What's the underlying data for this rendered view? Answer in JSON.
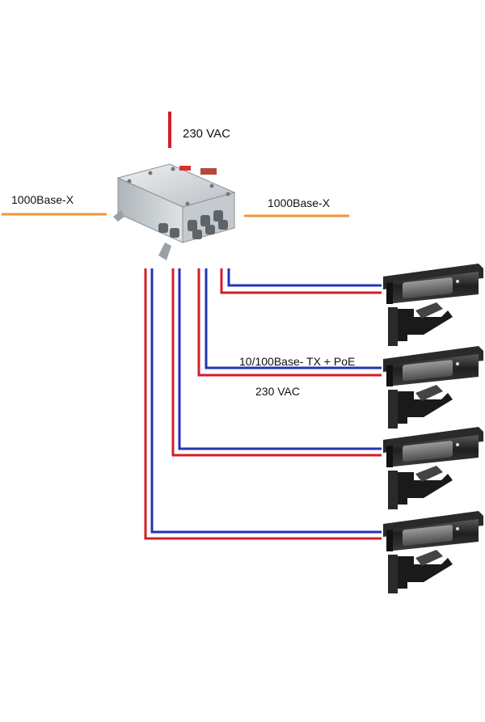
{
  "labels": {
    "power_top": "230 VAC",
    "fiber_left": "1000Base-X",
    "fiber_right": "1000Base-X",
    "ethernet_poe": "10/100Base- TX + PoE",
    "power_cameras": "230 VAC"
  },
  "colors": {
    "fiber": "#f0943a",
    "power": "#d21f2b",
    "data": "#2433b8",
    "enclosure": "#c9ced2",
    "camera_body": "#2b2b2b"
  },
  "devices": {
    "switch_enclosure": "explosion-proof-junction-box",
    "cameras": [
      "camera-1",
      "camera-2",
      "camera-3",
      "camera-4"
    ]
  }
}
